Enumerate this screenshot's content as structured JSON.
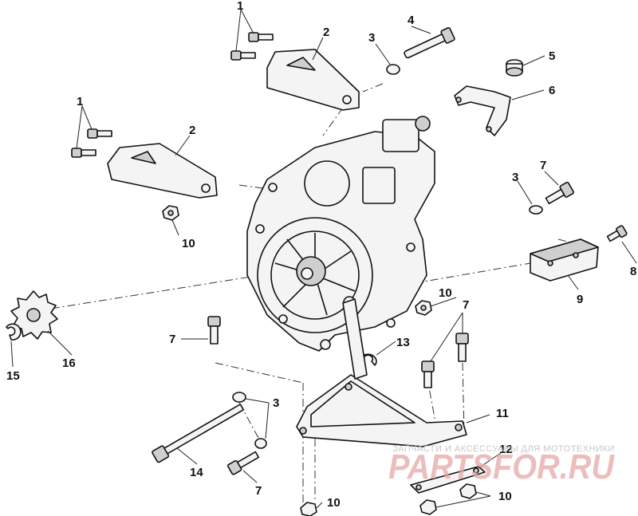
{
  "callouts": {
    "c1a": "1",
    "c2a": "2",
    "c3a": "3",
    "c4": "4",
    "c5": "5",
    "c6": "6",
    "c1b": "1",
    "c2b": "2",
    "c3b": "3",
    "c7a": "7",
    "c8": "8",
    "c9": "9",
    "c10a": "10",
    "c10b": "10",
    "c16": "16",
    "c15": "15",
    "c7b": "7",
    "c13": "13",
    "c7c": "7",
    "c3c": "3",
    "c11": "11",
    "c12": "12",
    "c14": "14",
    "c7d": "7",
    "c10c": "10",
    "c10d": "10"
  },
  "watermark": {
    "tagline": "ЗАПЧАСТИ И АКСЕССУАРЫ ДЛЯ МОТОТЕХНИКИ",
    "brand": "PARTSFOR.RU"
  },
  "colors": {
    "line": "#111111",
    "watermark": "#e8a8a8"
  }
}
